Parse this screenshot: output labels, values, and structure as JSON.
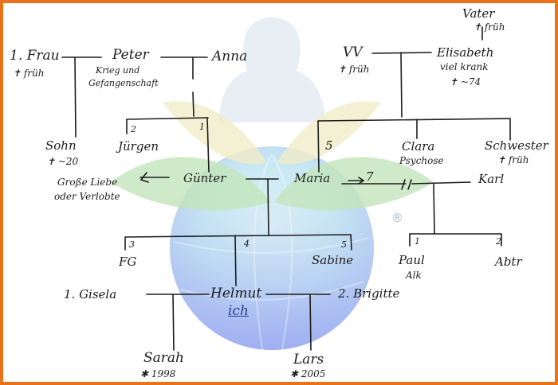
{
  "colors": {
    "border": "#e8731a",
    "ink": "#1c1c1c",
    "accent": "#2a3a8c"
  },
  "registered": "®",
  "persons": {
    "vater": {
      "name": "Vater",
      "note": "✝ früh"
    },
    "frau1": {
      "name": "1. Frau",
      "note": "✝ früh"
    },
    "peter": {
      "name": "Peter",
      "note1": "Krieg und",
      "note2": "Gefangenschaft"
    },
    "anna": {
      "name": "Anna"
    },
    "vv": {
      "name": "VV",
      "note": "✝ früh"
    },
    "elisabeth": {
      "name": "Elisabeth",
      "note1": "viel krank",
      "note2": "✝ ~74"
    },
    "sohn": {
      "name": "Sohn",
      "note": "✝ ~20"
    },
    "juergen": {
      "name": "Jürgen",
      "num": "2"
    },
    "guenter": {
      "name": "Günter",
      "num": "1"
    },
    "grosse_liebe": {
      "line1": "Große Liebe",
      "line2": "oder Verlobte"
    },
    "maria": {
      "name": "Maria",
      "num": "5",
      "arrow_num": "7"
    },
    "clara": {
      "name": "Clara",
      "note": "Psychose"
    },
    "schwester": {
      "name": "Schwester",
      "note": "✝ früh"
    },
    "karl": {
      "name": "Karl"
    },
    "fg": {
      "name": "FG",
      "num": "3"
    },
    "helmut": {
      "name": "Helmut",
      "num": "4",
      "self": "ich"
    },
    "sabine": {
      "name": "Sabine",
      "num": "5"
    },
    "paul": {
      "name": "Paul",
      "note": "Alk",
      "num": "1"
    },
    "abtr": {
      "name": "Abtr",
      "num": "2"
    },
    "gisela": {
      "name": "1. Gisela"
    },
    "brigitte": {
      "name": "2. Brigitte"
    },
    "sarah": {
      "name": "Sarah",
      "birth": "✱ 1998"
    },
    "lars": {
      "name": "Lars",
      "birth": "✱ 2005"
    }
  }
}
